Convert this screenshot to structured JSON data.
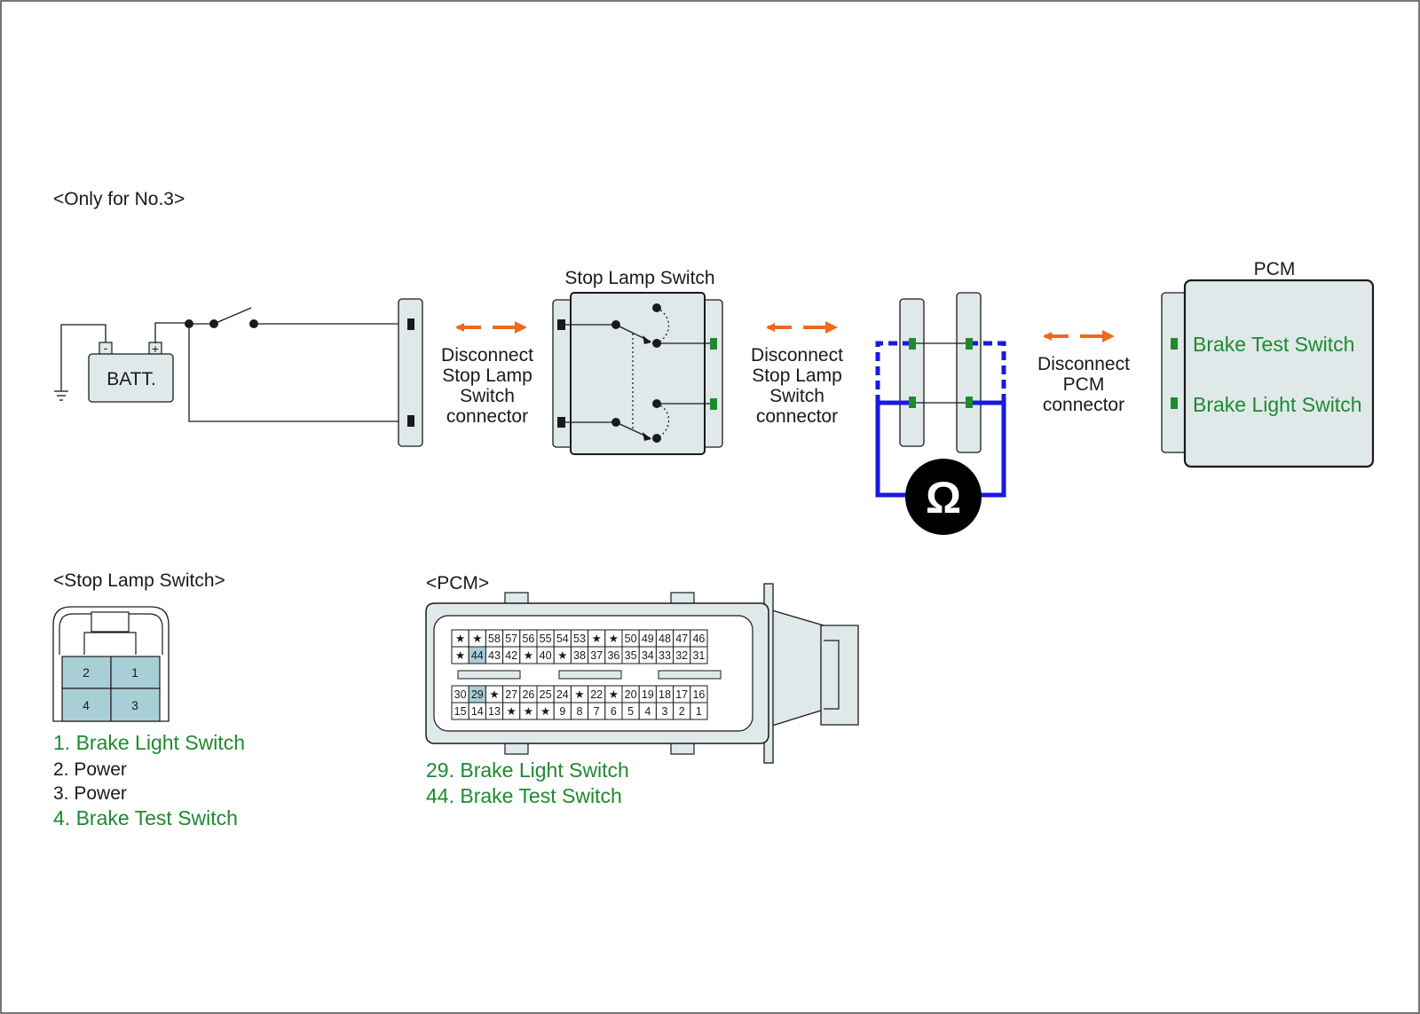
{
  "note": "<Only for No.3>",
  "colors": {
    "frame": "#4a4a4a",
    "connector_fill": "#dfe9e9",
    "highlight_fill": "#a8cfd6",
    "pin_green": "#1e8a2e",
    "arrow_orange": "#ec6a1c",
    "wire_blue": "#1919e0",
    "text_green": "#1e8a2e"
  },
  "circuit": {
    "battery_label": "BATT.",
    "battery_minus": "-",
    "battery_plus": "+",
    "stop_lamp_switch_title": "Stop Lamp Switch",
    "disconnect_1": [
      "Disconnect",
      "Stop Lamp",
      "Switch",
      "connector"
    ],
    "disconnect_2": [
      "Disconnect",
      "Stop Lamp",
      "Switch",
      "connector"
    ],
    "disconnect_3": [
      "Disconnect",
      "PCM",
      "connector"
    ],
    "ohm_symbol": "Ω",
    "pcm_title": "PCM",
    "pcm_pins": [
      "Brake Test Switch",
      "Brake Light Switch"
    ]
  },
  "stop_lamp_connector": {
    "title": "<Stop Lamp Switch>",
    "pins": [
      "2",
      "1",
      "4",
      "3"
    ],
    "legend": [
      {
        "text": "1. Brake Light Switch",
        "highlight": true
      },
      {
        "text": "2. Power",
        "highlight": false
      },
      {
        "text": "3. Power",
        "highlight": false
      },
      {
        "text": "4. Brake Test Switch",
        "highlight": true
      }
    ]
  },
  "pcm_connector": {
    "title": "<PCM>",
    "rows": [
      [
        "★",
        "★",
        "58",
        "57",
        "56",
        "55",
        "54",
        "53",
        "★",
        "★",
        "50",
        "49",
        "48",
        "47",
        "46"
      ],
      [
        "★",
        "44",
        "43",
        "42",
        "★",
        "40",
        "★",
        "38",
        "37",
        "36",
        "35",
        "34",
        "33",
        "32",
        "31"
      ],
      [
        "30",
        "29",
        "★",
        "27",
        "26",
        "25",
        "24",
        "★",
        "22",
        "★",
        "20",
        "19",
        "18",
        "17",
        "16"
      ],
      [
        "15",
        "14",
        "13",
        "★",
        "★",
        "★",
        "9",
        "8",
        "7",
        "6",
        "5",
        "4",
        "3",
        "2",
        "1"
      ]
    ],
    "highlighted_pins": [
      "44",
      "29"
    ],
    "legend": [
      {
        "text": "29. Brake Light Switch",
        "highlight": true
      },
      {
        "text": "44. Brake Test Switch",
        "highlight": true
      }
    ]
  }
}
